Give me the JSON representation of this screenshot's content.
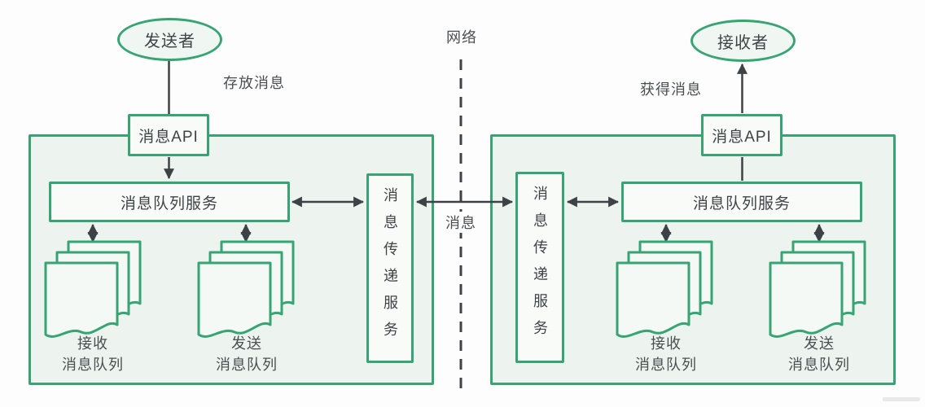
{
  "diagram": {
    "colors": {
      "green_stroke": "#36a473",
      "container_fill": "#edf3ee",
      "node_fill": "#f8fbf8",
      "ellipse_fill": "#f0f6f1",
      "line_dark": "#3e4246",
      "page_background": "#fdfdfd"
    },
    "center": {
      "network_label": "网络",
      "message_label": "消息"
    },
    "left": {
      "actor": "发送者",
      "action_label": "存放消息",
      "api": "消息API",
      "queue_service": "消息队列服务",
      "delivery_service": "消息传递服务",
      "receive_queue_line1": "接收",
      "receive_queue_line2": "消息队列",
      "send_queue_line1": "发送",
      "send_queue_line2": "消息队列"
    },
    "right": {
      "actor": "接收者",
      "action_label": "获得消息",
      "api": "消息API",
      "queue_service": "消息队列服务",
      "delivery_service": "消息传递服务",
      "receive_queue_line1": "接收",
      "receive_queue_line2": "消息队列",
      "send_queue_line1": "发送",
      "send_queue_line2": "消息队列"
    }
  }
}
